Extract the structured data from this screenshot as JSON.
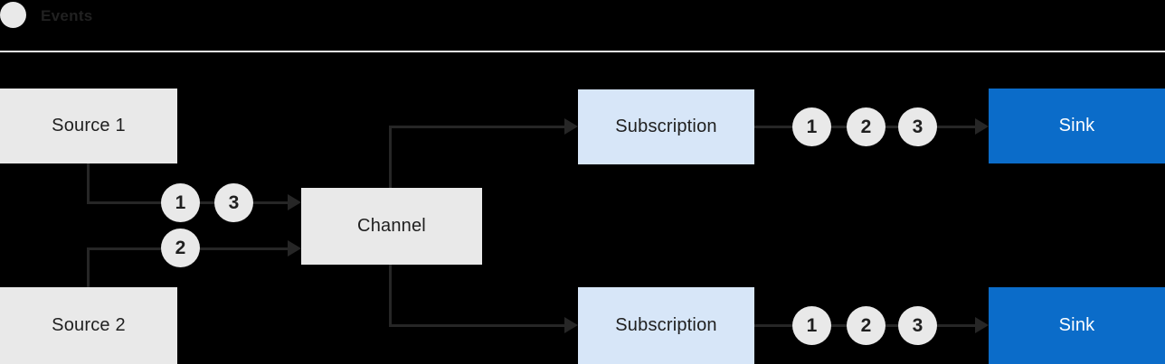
{
  "legend": {
    "icon": "event-circle",
    "label": "Events"
  },
  "colors": {
    "background": "#000000",
    "node_gray": "#e9e9e9",
    "subscription_fill": "#d7e6f8",
    "sink_fill": "#0b6cc9",
    "line": "#262626",
    "text_dark": "#1f1f1f",
    "sink_text": "#ffffff",
    "divider": "#e9e9e9",
    "badge_fill": "#e9e9e9"
  },
  "nodes": {
    "source1": {
      "label": "Source 1"
    },
    "source2": {
      "label": "Source 2"
    },
    "channel": {
      "label": "Channel"
    },
    "subscription_top": {
      "label": "Subscription"
    },
    "subscription_bottom": {
      "label": "Subscription"
    },
    "sink_top": {
      "label": "Sink"
    },
    "sink_bottom": {
      "label": "Sink"
    }
  },
  "flows": {
    "source1_to_channel": {
      "from": "Source 1",
      "to": "Channel",
      "events": [
        "1",
        "3"
      ]
    },
    "source2_to_channel": {
      "from": "Source 2",
      "to": "Channel",
      "events": [
        "2"
      ]
    },
    "channel_to_subscription_top": {
      "from": "Channel",
      "to": "Subscription",
      "events": []
    },
    "channel_to_subscription_bottom": {
      "from": "Channel",
      "to": "Subscription",
      "events": []
    },
    "subscription_top_to_sink": {
      "from": "Subscription",
      "to": "Sink",
      "events": [
        "1",
        "2",
        "3"
      ]
    },
    "subscription_bottom_to_sink": {
      "from": "Subscription",
      "to": "Sink",
      "events": [
        "1",
        "2",
        "3"
      ]
    }
  }
}
